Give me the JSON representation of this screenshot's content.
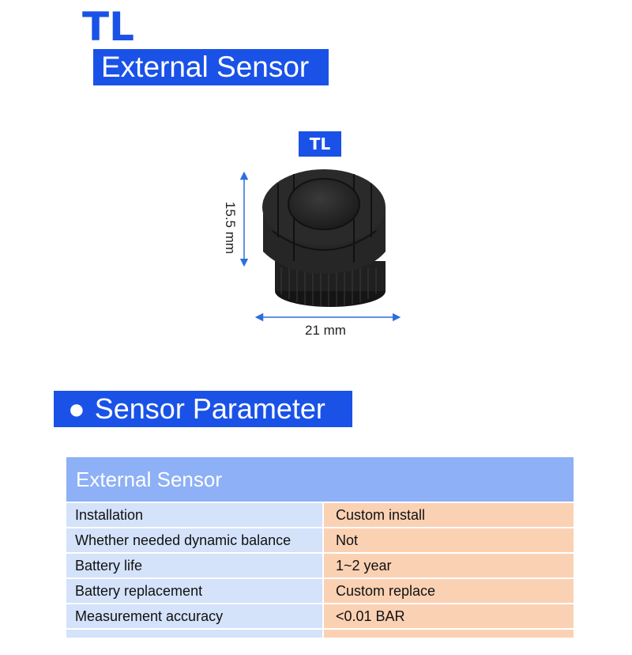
{
  "header": {
    "title": "TL",
    "subtitle": "External Sensor"
  },
  "product": {
    "badge": "TL",
    "height_label": "15.5 mm",
    "width_label": "21 mm",
    "icon": "sensor-cap-image"
  },
  "section": {
    "bullet": "●",
    "title": "Sensor Parameter"
  },
  "table": {
    "header": "External Sensor",
    "rows": [
      {
        "label": "Installation",
        "value": "Custom install"
      },
      {
        "label": "Whether needed dynamic balance",
        "value": "Not"
      },
      {
        "label": "Battery life",
        "value": "1~2 year"
      },
      {
        "label": "Battery replacement",
        "value": "Custom replace"
      },
      {
        "label": "Measurement accuracy",
        "value": "<0.01 BAR"
      }
    ]
  },
  "colors": {
    "brand_blue": "#1a52e8",
    "table_header": "#8db0f6",
    "label_cell": "#d4e2fa",
    "value_cell": "#fbd1b4"
  }
}
